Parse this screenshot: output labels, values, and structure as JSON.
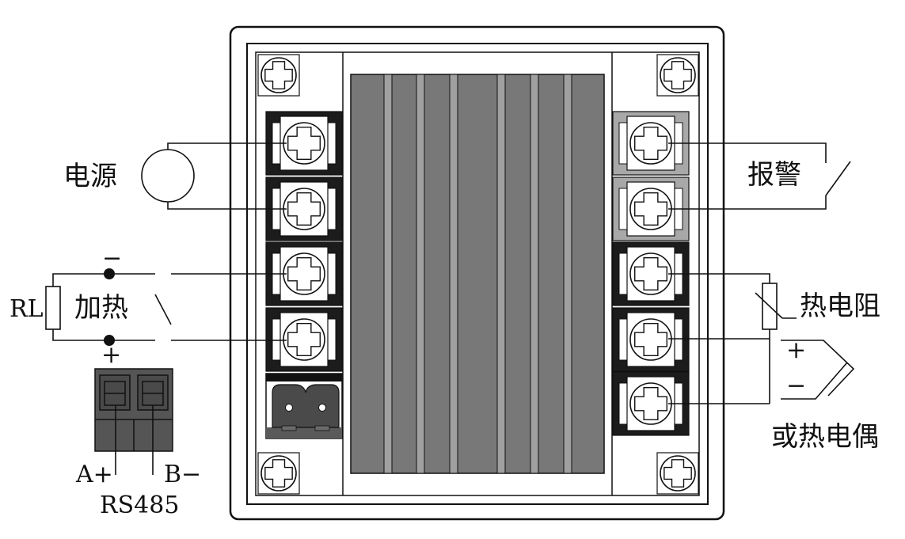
{
  "labels": {
    "power": "电源",
    "alarm": "报警",
    "rl": "RL",
    "heating": "加热",
    "minus": "−",
    "plus": "+",
    "rtd": "热电阻",
    "tc_plus": "+",
    "tc_minus": "−",
    "thermocouple": "或热电偶",
    "a_plus": "A+",
    "b_minus": "B−",
    "rs485": "RS485"
  },
  "colors": {
    "outline": "#111111",
    "terminal_dark": "#1c1c1c",
    "terminal_light": "#a8a8a8",
    "heatsink_fin": "#787878",
    "heatsink_gap": "#a0a0a0",
    "connector": "#4a4a4a",
    "rs485_block": "#555555"
  },
  "icons": {
    "screw": "phillips-screw-icon",
    "mount_screw": "mounting-screw-icon"
  }
}
